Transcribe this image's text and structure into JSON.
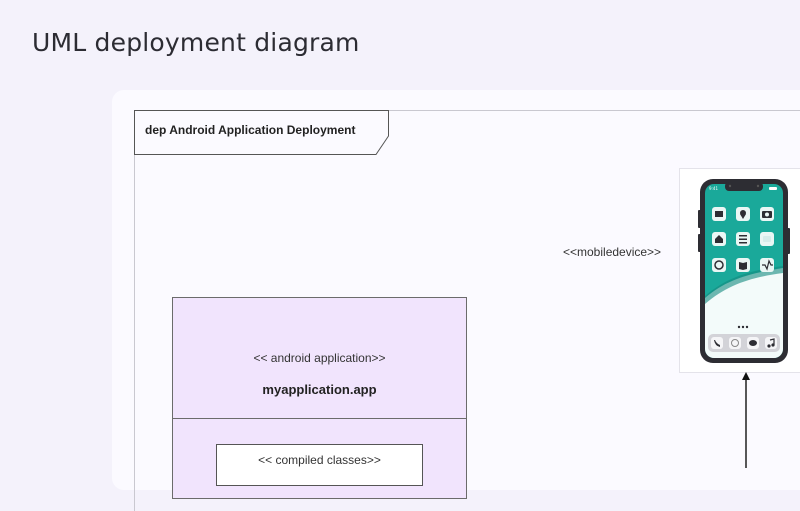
{
  "page": {
    "title": "UML deployment diagram"
  },
  "frame": {
    "label": "dep Android Application Deployment"
  },
  "mobile_device": {
    "stereotype": "<<mobiledevice>>"
  },
  "phone": {
    "status_time": "9:41",
    "icons": [
      "mail-icon",
      "location-pin-icon",
      "camera-icon",
      "home-icon",
      "list-icon",
      "folder-icon",
      "settings-icon",
      "book-icon",
      "health-icon"
    ],
    "dock_icons": [
      "phone-icon",
      "compass-icon",
      "message-icon",
      "music-icon"
    ],
    "colors": {
      "screen": "#1aa99a",
      "frame": "#2d2d33"
    }
  },
  "android_application": {
    "stereotype": "<< android application>>",
    "name": "myapplication.app",
    "fill": "#f1e4fd"
  },
  "compiled_classes": {
    "stereotype": "<< compiled classes>>"
  }
}
